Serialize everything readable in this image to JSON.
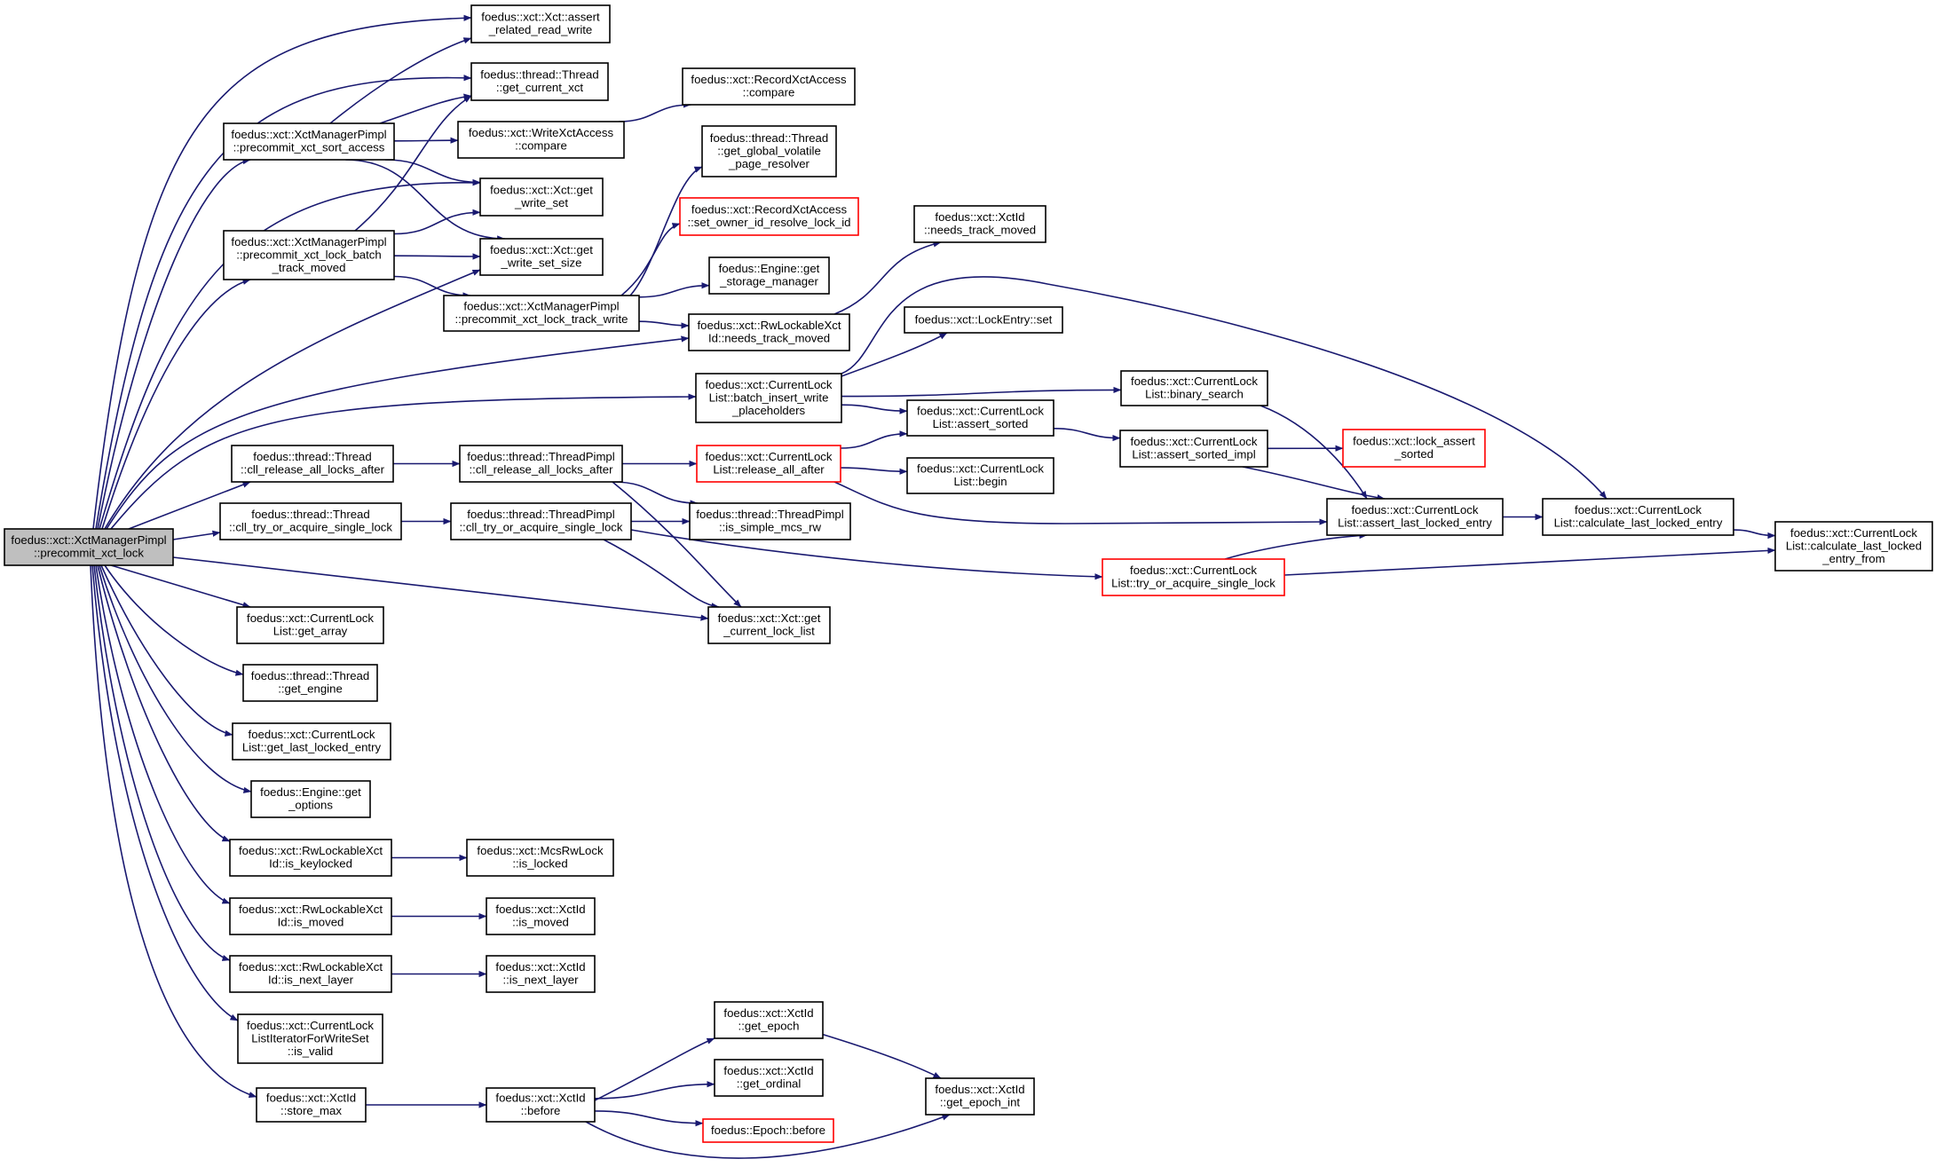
{
  "colors": {
    "edge": "#191970",
    "root_fill": "#bfbfbf",
    "truncated_border": "#ff0000",
    "node_border": "#000000"
  },
  "nodes": [
    {
      "id": "root",
      "lines": [
        "foedus::xct::XctManagerPimpl",
        "::precommit_xct_lock"
      ],
      "style": "root"
    },
    {
      "id": "assert_rrw",
      "lines": [
        "foedus::xct::Xct::assert",
        "_related_read_write"
      ]
    },
    {
      "id": "get_current_xct",
      "lines": [
        "foedus::thread::Thread",
        "::get_current_xct"
      ]
    },
    {
      "id": "sort_access",
      "lines": [
        "foedus::xct::XctManagerPimpl",
        "::precommit_xct_sort_access"
      ]
    },
    {
      "id": "record_compare",
      "lines": [
        "foedus::xct::RecordXctAccess",
        "::compare"
      ]
    },
    {
      "id": "write_compare",
      "lines": [
        "foedus::xct::WriteXctAccess",
        "::compare"
      ]
    },
    {
      "id": "get_gvpr",
      "lines": [
        "foedus::thread::Thread",
        "::get_global_volatile",
        "_page_resolver"
      ]
    },
    {
      "id": "get_write_set",
      "lines": [
        "foedus::xct::Xct::get",
        "_write_set"
      ]
    },
    {
      "id": "set_owner",
      "lines": [
        "foedus::xct::RecordXctAccess",
        "::set_owner_id_resolve_lock_id"
      ],
      "style": "truncated"
    },
    {
      "id": "xctid_ntm",
      "lines": [
        "foedus::xct::XctId",
        "::needs_track_moved"
      ]
    },
    {
      "id": "lock_batch",
      "lines": [
        "foedus::xct::XctManagerPimpl",
        "::precommit_xct_lock_batch",
        "_track_moved"
      ]
    },
    {
      "id": "get_write_set_size",
      "lines": [
        "foedus::xct::Xct::get",
        "_write_set_size"
      ]
    },
    {
      "id": "get_storage_manager",
      "lines": [
        "foedus::Engine::get",
        "_storage_manager"
      ]
    },
    {
      "id": "lock_track_write",
      "lines": [
        "foedus::xct::XctManagerPimpl",
        "::precommit_xct_lock_track_write"
      ]
    },
    {
      "id": "rw_ntm",
      "lines": [
        "foedus::xct::RwLockableXct",
        "Id::needs_track_moved"
      ]
    },
    {
      "id": "lockentry_set",
      "lines": [
        "foedus::xct::LockEntry::set"
      ]
    },
    {
      "id": "batch_insert",
      "lines": [
        "foedus::xct::CurrentLock",
        "List::batch_insert_write",
        "_placeholders"
      ]
    },
    {
      "id": "binary_search",
      "lines": [
        "foedus::xct::CurrentLock",
        "List::binary_search"
      ]
    },
    {
      "id": "assert_sorted",
      "lines": [
        "foedus::xct::CurrentLock",
        "List::assert_sorted"
      ]
    },
    {
      "id": "assert_sorted_impl",
      "lines": [
        "foedus::xct::CurrentLock",
        "List::assert_sorted_impl"
      ]
    },
    {
      "id": "lock_assert_sorted",
      "lines": [
        "foedus::xct::lock_assert",
        "_sorted"
      ],
      "style": "truncated"
    },
    {
      "id": "thread_release",
      "lines": [
        "foedus::thread::Thread",
        "::cll_release_all_locks_after"
      ]
    },
    {
      "id": "pimpl_release",
      "lines": [
        "foedus::thread::ThreadPimpl",
        "::cll_release_all_locks_after"
      ]
    },
    {
      "id": "release_all_after",
      "lines": [
        "foedus::xct::CurrentLock",
        "List::release_all_after"
      ],
      "style": "truncated"
    },
    {
      "id": "begin",
      "lines": [
        "foedus::xct::CurrentLock",
        "List::begin"
      ]
    },
    {
      "id": "assert_last",
      "lines": [
        "foedus::xct::CurrentLock",
        "List::assert_last_locked_entry"
      ]
    },
    {
      "id": "calc_last",
      "lines": [
        "foedus::xct::CurrentLock",
        "List::calculate_last_locked_entry"
      ]
    },
    {
      "id": "calc_last_from",
      "lines": [
        "foedus::xct::CurrentLock",
        "List::calculate_last_locked",
        "_entry_from"
      ]
    },
    {
      "id": "thread_try",
      "lines": [
        "foedus::thread::Thread",
        "::cll_try_or_acquire_single_lock"
      ]
    },
    {
      "id": "pimpl_try",
      "lines": [
        "foedus::thread::ThreadPimpl",
        "::cll_try_or_acquire_single_lock"
      ]
    },
    {
      "id": "is_simple_mcs",
      "lines": [
        "foedus::thread::ThreadPimpl",
        "::is_simple_mcs_rw"
      ]
    },
    {
      "id": "try_single",
      "lines": [
        "foedus::xct::CurrentLock",
        "List::try_or_acquire_single_lock"
      ],
      "style": "truncated"
    },
    {
      "id": "get_cll",
      "lines": [
        "foedus::xct::Xct::get",
        "_current_lock_list"
      ]
    },
    {
      "id": "get_array",
      "lines": [
        "foedus::xct::CurrentLock",
        "List::get_array"
      ]
    },
    {
      "id": "get_engine",
      "lines": [
        "foedus::thread::Thread",
        "::get_engine"
      ]
    },
    {
      "id": "get_last_locked",
      "lines": [
        "foedus::xct::CurrentLock",
        "List::get_last_locked_entry"
      ]
    },
    {
      "id": "get_options",
      "lines": [
        "foedus::Engine::get",
        "_options"
      ]
    },
    {
      "id": "is_keylocked",
      "lines": [
        "foedus::xct::RwLockableXct",
        "Id::is_keylocked"
      ]
    },
    {
      "id": "mcs_is_locked",
      "lines": [
        "foedus::xct::McsRwLock",
        "::is_locked"
      ]
    },
    {
      "id": "rw_is_moved",
      "lines": [
        "foedus::xct::RwLockableXct",
        "Id::is_moved"
      ]
    },
    {
      "id": "xctid_is_moved",
      "lines": [
        "foedus::xct::XctId",
        "::is_moved"
      ]
    },
    {
      "id": "rw_is_next_layer",
      "lines": [
        "foedus::xct::RwLockableXct",
        "Id::is_next_layer"
      ]
    },
    {
      "id": "xctid_is_next_layer",
      "lines": [
        "foedus::xct::XctId",
        "::is_next_layer"
      ]
    },
    {
      "id": "is_valid",
      "lines": [
        "foedus::xct::CurrentLock",
        "ListIteratorForWriteSet",
        "::is_valid"
      ]
    },
    {
      "id": "get_epoch",
      "lines": [
        "foedus::xct::XctId",
        "::get_epoch"
      ]
    },
    {
      "id": "get_ordinal",
      "lines": [
        "foedus::xct::XctId",
        "::get_ordinal"
      ]
    },
    {
      "id": "get_epoch_int",
      "lines": [
        "foedus::xct::XctId",
        "::get_epoch_int"
      ]
    },
    {
      "id": "store_max",
      "lines": [
        "foedus::xct::XctId",
        "::store_max"
      ]
    },
    {
      "id": "xctid_before",
      "lines": [
        "foedus::xct::XctId",
        "::before"
      ]
    },
    {
      "id": "epoch_before",
      "lines": [
        "foedus::Epoch::before"
      ],
      "style": "truncated"
    }
  ],
  "edges": [
    [
      "root",
      "assert_rrw"
    ],
    [
      "root",
      "get_current_xct"
    ],
    [
      "root",
      "sort_access"
    ],
    [
      "root",
      "get_write_set"
    ],
    [
      "root",
      "lock_batch"
    ],
    [
      "root",
      "get_write_set_size"
    ],
    [
      "root",
      "rw_ntm"
    ],
    [
      "root",
      "batch_insert"
    ],
    [
      "root",
      "thread_release"
    ],
    [
      "root",
      "thread_try"
    ],
    [
      "root",
      "get_cll"
    ],
    [
      "root",
      "get_array"
    ],
    [
      "root",
      "get_engine"
    ],
    [
      "root",
      "get_last_locked"
    ],
    [
      "root",
      "get_options"
    ],
    [
      "root",
      "is_keylocked"
    ],
    [
      "root",
      "rw_is_moved"
    ],
    [
      "root",
      "rw_is_next_layer"
    ],
    [
      "root",
      "is_valid"
    ],
    [
      "root",
      "store_max"
    ],
    [
      "sort_access",
      "assert_rrw"
    ],
    [
      "sort_access",
      "get_current_xct"
    ],
    [
      "sort_access",
      "write_compare"
    ],
    [
      "sort_access",
      "get_write_set"
    ],
    [
      "sort_access",
      "get_write_set_size"
    ],
    [
      "write_compare",
      "record_compare"
    ],
    [
      "lock_batch",
      "get_current_xct"
    ],
    [
      "lock_batch",
      "get_write_set"
    ],
    [
      "lock_batch",
      "get_write_set_size"
    ],
    [
      "lock_batch",
      "lock_track_write"
    ],
    [
      "lock_track_write",
      "get_gvpr"
    ],
    [
      "lock_track_write",
      "set_owner"
    ],
    [
      "lock_track_write",
      "get_storage_manager"
    ],
    [
      "lock_track_write",
      "rw_ntm"
    ],
    [
      "rw_ntm",
      "xctid_ntm"
    ],
    [
      "batch_insert",
      "lockentry_set"
    ],
    [
      "batch_insert",
      "calc_last"
    ],
    [
      "batch_insert",
      "binary_search"
    ],
    [
      "batch_insert",
      "assert_sorted"
    ],
    [
      "binary_search",
      "assert_last"
    ],
    [
      "assert_sorted",
      "assert_sorted_impl"
    ],
    [
      "assert_sorted_impl",
      "lock_assert_sorted"
    ],
    [
      "assert_sorted_impl",
      "assert_last"
    ],
    [
      "thread_release",
      "pimpl_release"
    ],
    [
      "pimpl_release",
      "release_all_after"
    ],
    [
      "pimpl_release",
      "is_simple_mcs"
    ],
    [
      "pimpl_release",
      "get_cll"
    ],
    [
      "release_all_after",
      "assert_sorted"
    ],
    [
      "release_all_after",
      "begin"
    ],
    [
      "release_all_after",
      "assert_last"
    ],
    [
      "assert_last",
      "calc_last"
    ],
    [
      "calc_last",
      "calc_last_from"
    ],
    [
      "thread_try",
      "pimpl_try"
    ],
    [
      "pimpl_try",
      "is_simple_mcs"
    ],
    [
      "pimpl_try",
      "try_single"
    ],
    [
      "pimpl_try",
      "get_cll"
    ],
    [
      "try_single",
      "assert_last"
    ],
    [
      "try_single",
      "calc_last_from"
    ],
    [
      "is_keylocked",
      "mcs_is_locked"
    ],
    [
      "rw_is_moved",
      "xctid_is_moved"
    ],
    [
      "rw_is_next_layer",
      "xctid_is_next_layer"
    ],
    [
      "store_max",
      "xctid_before"
    ],
    [
      "xctid_before",
      "get_epoch"
    ],
    [
      "xctid_before",
      "get_ordinal"
    ],
    [
      "xctid_before",
      "epoch_before"
    ],
    [
      "xctid_before",
      "get_epoch_int"
    ],
    [
      "get_epoch",
      "get_epoch_int"
    ]
  ]
}
